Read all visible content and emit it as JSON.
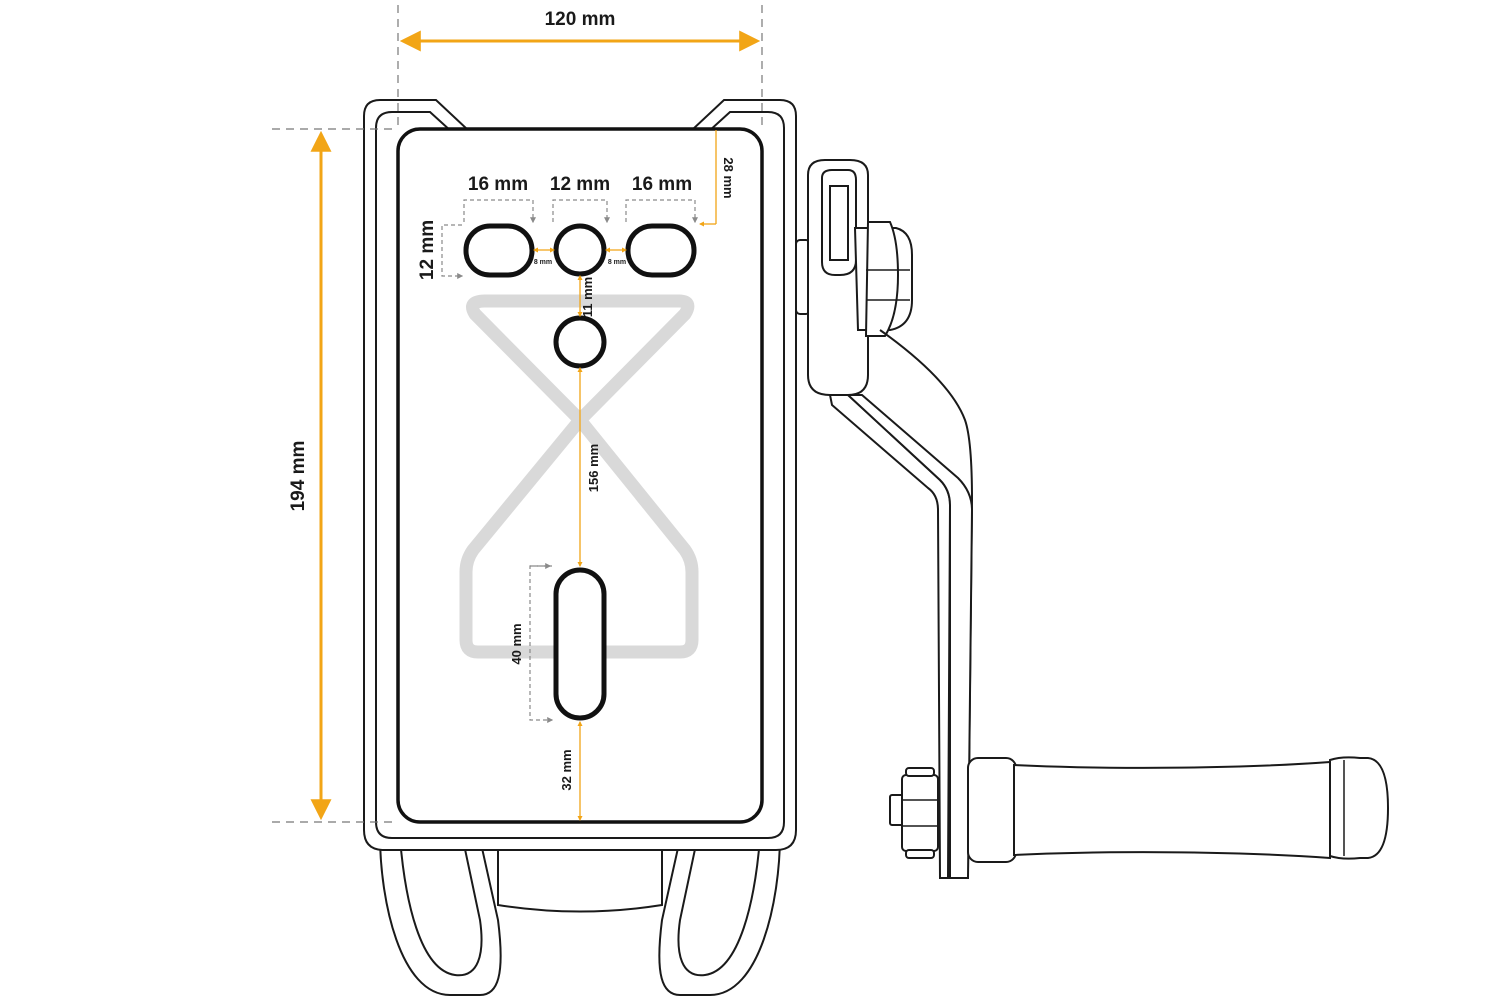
{
  "colors": {
    "accent": "#f2a516",
    "outline": "#111111",
    "guide": "#d9d9d9",
    "dashed": "#777777"
  },
  "dimensions": {
    "overall_width": "120 mm",
    "overall_height": "194 mm",
    "top_offset": "28 mm",
    "slot_left_width": "16 mm",
    "hole_center_width": "12 mm",
    "slot_right_width": "16 mm",
    "slot_height": "12 mm",
    "gap_left": "8 mm",
    "gap_right": "8 mm",
    "hole_spacing": "11 mm",
    "center_span": "156 mm",
    "long_slot_length": "40 mm",
    "bottom_offset": "32 mm"
  }
}
